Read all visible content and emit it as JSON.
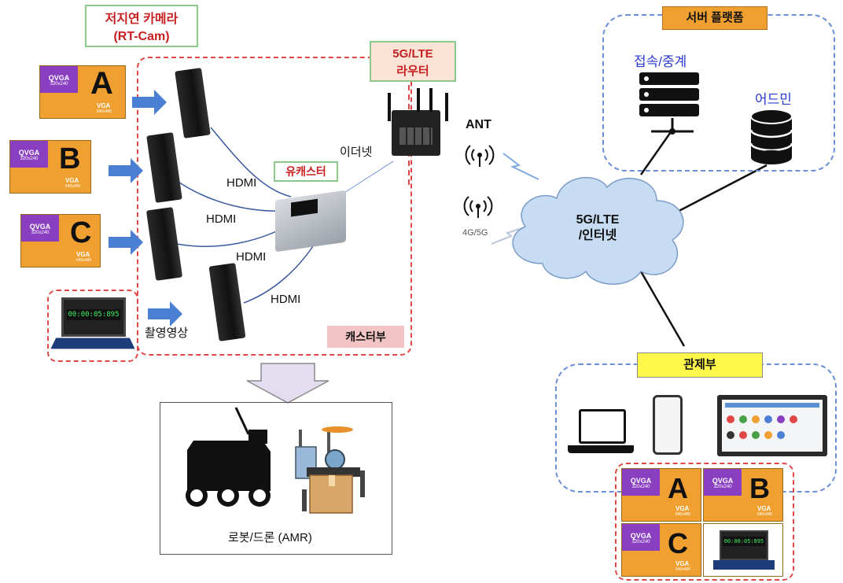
{
  "rtcam": {
    "line1": "저지연 카메라",
    "line2": "(RT-Cam)"
  },
  "router": {
    "line1": "5G/LTE",
    "line2": "라우터"
  },
  "caster_box_label": "유캐스터",
  "caster_section_label": "캐스터부",
  "ethernet_label": "이더넷",
  "hdmi_labels": [
    "HDMI",
    "HDMI",
    "HDMI",
    "HDMI"
  ],
  "capture_label": "촬영영상",
  "robot_label": "로봇/드론 (AMR)",
  "ant_label": "ANT",
  "band_label": "4G/5G",
  "cloud": {
    "line1": "5G/LTE",
    "line2": "/인터넷"
  },
  "server": {
    "title": "서버 플랫폼",
    "relay": "접속/중계",
    "admin": "어드민"
  },
  "control": {
    "title": "관제부"
  },
  "tiles": [
    {
      "letter": "A",
      "qvga": "QVGA",
      "qvga_res": "320x240",
      "vga": "VGA",
      "vga_res": "640x480"
    },
    {
      "letter": "B",
      "qvga": "QVGA",
      "qvga_res": "320x240",
      "vga": "VGA",
      "vga_res": "640x480"
    },
    {
      "letter": "C",
      "qvga": "QVGA",
      "qvga_res": "320x240",
      "vga": "VGA",
      "vga_res": "640x480"
    }
  ],
  "laptop_clock": "00:00:05:895",
  "colors": {
    "red_dash": "#e04848",
    "blue_dash": "#6b8fd6",
    "tile_orange": "#f0a030",
    "tile_purple": "#8a3fc0",
    "arrow_blue": "#4a7fd4",
    "cloud": "#c7dcf3"
  }
}
